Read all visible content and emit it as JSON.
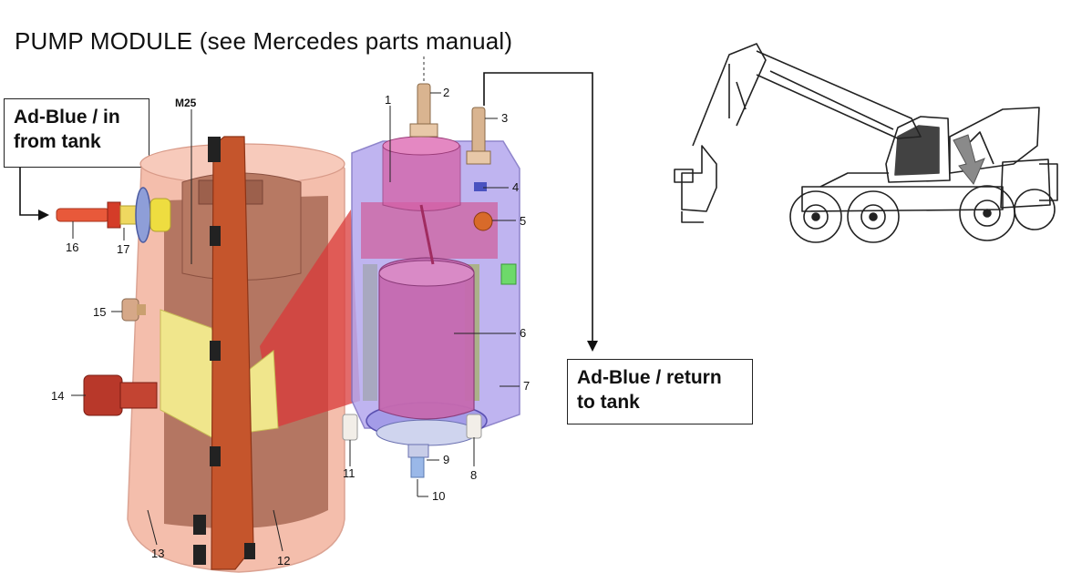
{
  "title": "PUMP MODULE  (see Mercedes parts manual)",
  "callouts": {
    "inlet": [
      "Ad-Blue / in",
      "from tank"
    ],
    "return": [
      "Ad-Blue / return",
      "to tank"
    ]
  },
  "part_labels": {
    "m25": "M25",
    "p1": "1",
    "p2": "2",
    "p3": "3",
    "p4": "4",
    "p5": "5",
    "p6": "6",
    "p7": "7",
    "p8": "8",
    "p9": "9",
    "p10": "10",
    "p11": "11",
    "p12": "12",
    "p13": "13",
    "p14": "14",
    "p15": "15",
    "p16": "16",
    "p17": "17"
  },
  "colors": {
    "housing": "#f3b8a4",
    "motor": "#a86a55",
    "clamp": "#c5552c",
    "yellow_bracket": "#f0e68c",
    "filter_housing": "#b4a7ee",
    "filter_cartridge": "#c66ab0",
    "red_panel": "#d93a3a"
  }
}
